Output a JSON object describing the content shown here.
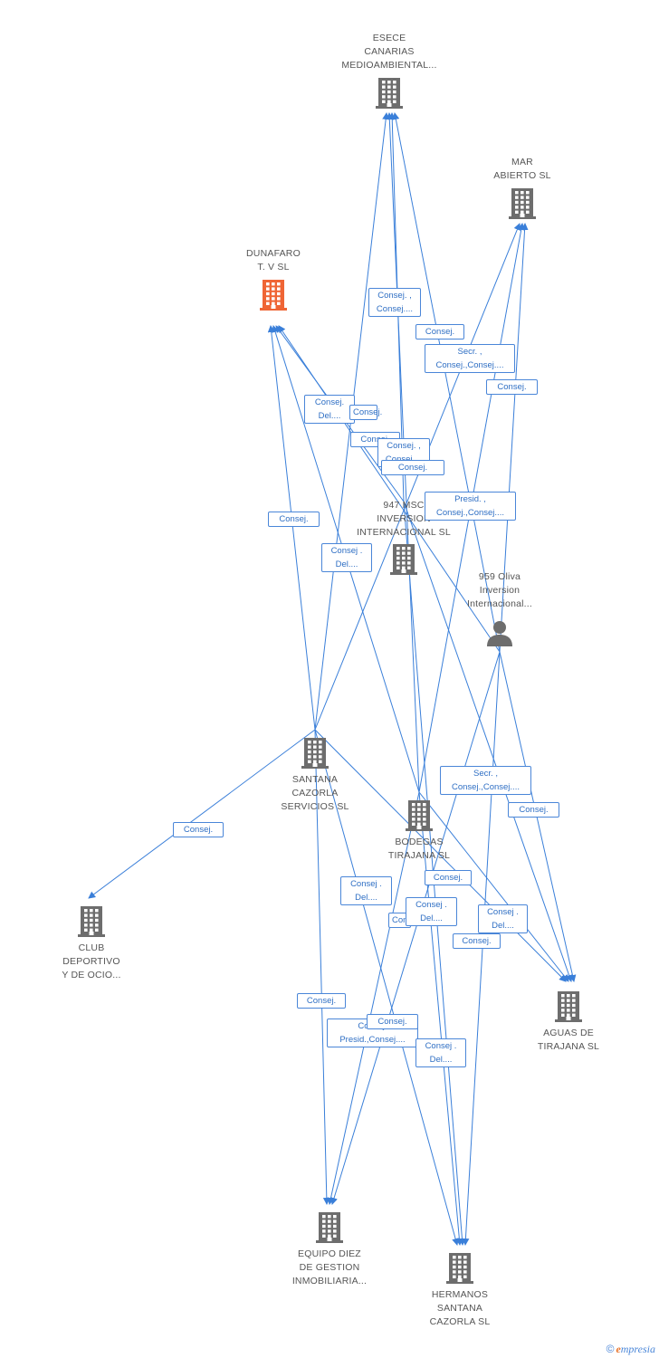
{
  "colors": {
    "edge": "#3a7fd9",
    "building": "#6d6d6d",
    "highlight": "#ef6535",
    "person": "#6d6d6d",
    "label_border": "#4a86d8"
  },
  "nodes": [
    {
      "id": "esece",
      "kind": "building",
      "label": [
        "ESECE",
        "CANARIAS",
        "MEDIOAMBIENTAL..."
      ]
    },
    {
      "id": "mar",
      "kind": "building",
      "label": [
        "MAR",
        "ABIERTO SL"
      ]
    },
    {
      "id": "dunafaro",
      "kind": "building-highlight",
      "label": [
        "DUNAFARO",
        "T. V SL"
      ]
    },
    {
      "id": "msc947",
      "kind": "building",
      "label": [
        "947 MSC",
        "INVERSION",
        "INTERNACIONAL SL"
      ]
    },
    {
      "id": "oliva959",
      "kind": "person",
      "label": [
        "959 Oliva",
        "Inversion",
        "Internacional..."
      ]
    },
    {
      "id": "santana",
      "kind": "building",
      "label": [
        "SANTANA",
        "CAZORLA",
        "SERVICIOS SL"
      ]
    },
    {
      "id": "bodegas",
      "kind": "building",
      "label": [
        "BODEGAS",
        "TIRAJANA SL"
      ]
    },
    {
      "id": "club",
      "kind": "building",
      "label": [
        "CLUB",
        "DEPORTIVO",
        "Y DE OCIO..."
      ]
    },
    {
      "id": "aguas",
      "kind": "building",
      "label": [
        "AGUAS DE",
        "TIRAJANA SL"
      ]
    },
    {
      "id": "equipo",
      "kind": "building",
      "label": [
        "EQUIPO DIEZ",
        "DE GESTION",
        "INMOBILIARIA..."
      ]
    },
    {
      "id": "hermanos",
      "kind": "building",
      "label": [
        "HERMANOS",
        "SANTANA",
        "CAZORLA SL"
      ]
    }
  ],
  "edges": [
    {
      "from": "santana",
      "to": "esece"
    },
    {
      "from": "santana",
      "to": "mar"
    },
    {
      "from": "santana",
      "to": "dunafaro"
    },
    {
      "from": "santana",
      "to": "club"
    },
    {
      "from": "santana",
      "to": "equipo"
    },
    {
      "from": "santana",
      "to": "hermanos"
    },
    {
      "from": "santana",
      "to": "aguas"
    },
    {
      "from": "bodegas",
      "to": "esece"
    },
    {
      "from": "bodegas",
      "to": "mar"
    },
    {
      "from": "bodegas",
      "to": "dunafaro"
    },
    {
      "from": "bodegas",
      "to": "equipo"
    },
    {
      "from": "bodegas",
      "to": "hermanos"
    },
    {
      "from": "bodegas",
      "to": "aguas"
    },
    {
      "from": "msc947",
      "to": "esece"
    },
    {
      "from": "msc947",
      "to": "dunafaro"
    },
    {
      "from": "msc947",
      "to": "hermanos"
    },
    {
      "from": "msc947",
      "to": "aguas"
    },
    {
      "from": "oliva959",
      "to": "esece"
    },
    {
      "from": "oliva959",
      "to": "mar"
    },
    {
      "from": "oliva959",
      "to": "dunafaro"
    },
    {
      "from": "oliva959",
      "to": "equipo"
    },
    {
      "from": "oliva959",
      "to": "hermanos"
    },
    {
      "from": "oliva959",
      "to": "aguas"
    }
  ],
  "edge_labels": [
    {
      "lines": [
        "Consej. ,",
        "Consej...."
      ]
    },
    {
      "lines": [
        "Consej."
      ]
    },
    {
      "lines": [
        "Secr. ,",
        "Consej.,Consej...."
      ]
    },
    {
      "lines": [
        "Consej."
      ]
    },
    {
      "lines": [
        "Consej.",
        "Del...."
      ]
    },
    {
      "lines": [
        "Consej."
      ]
    },
    {
      "lines": [
        "Consej."
      ]
    },
    {
      "lines": [
        "Consej. ,",
        "Consej...."
      ]
    },
    {
      "lines": [
        "Consej."
      ]
    },
    {
      "lines": [
        "Presid. ,",
        "Consej.,Consej...."
      ]
    },
    {
      "lines": [
        "Consej."
      ]
    },
    {
      "lines": [
        "Consej .",
        "Del...."
      ]
    },
    {
      "lines": [
        "Secr. ,",
        "Consej.,Consej...."
      ]
    },
    {
      "lines": [
        "Consej."
      ]
    },
    {
      "lines": [
        "Consej."
      ]
    },
    {
      "lines": [
        "Consej."
      ]
    },
    {
      "lines": [
        "Consej .",
        "Del...."
      ]
    },
    {
      "lines": [
        "Consej."
      ]
    },
    {
      "lines": [
        "Consej .",
        "Del...."
      ]
    },
    {
      "lines": [
        "Consej .",
        "Del...."
      ]
    },
    {
      "lines": [
        "Consej."
      ]
    },
    {
      "lines": [
        "Consej."
      ]
    },
    {
      "lines": [
        "Consej.",
        "Presid.,Consej...."
      ]
    },
    {
      "lines": [
        "Consej."
      ]
    },
    {
      "lines": [
        "Consej .",
        "Del...."
      ]
    }
  ],
  "brand": {
    "copyright": "©",
    "e": "e",
    "name": "mpresia"
  }
}
